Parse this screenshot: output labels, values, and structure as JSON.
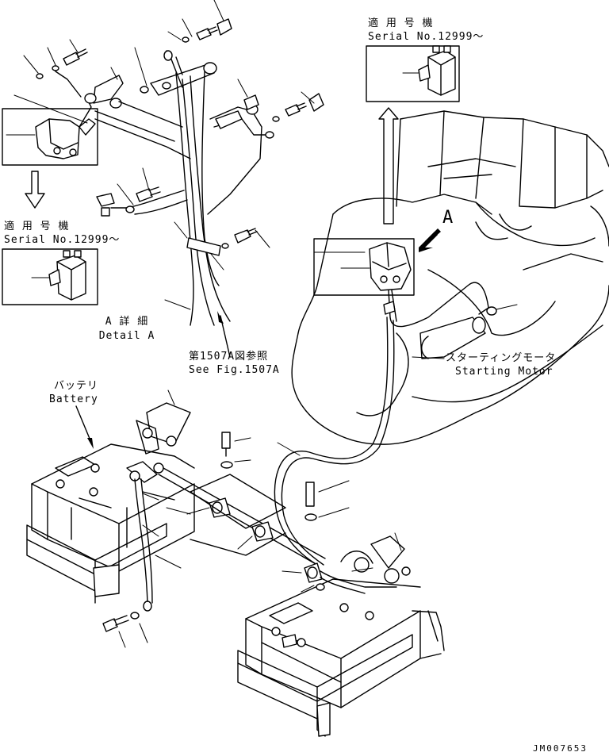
{
  "detail_a_label": {
    "title": "A 詳 細",
    "subtitle": "Detail A"
  },
  "callout_marker": "A",
  "inset_left": {
    "jp": "適 用 号 機",
    "en": "Serial No.12999～"
  },
  "inset_right": {
    "jp": "適 用 号 機",
    "en": "Serial No.12999～"
  },
  "reference": {
    "jp": "第1507A図参照",
    "en": "See Fig.1507A"
  },
  "starting_motor": {
    "jp": "スターティングモータ",
    "en": "Starting Motor"
  },
  "battery": {
    "jp": "バッテリ",
    "en": "Battery"
  },
  "drawing_number": "JM007653",
  "colors": {
    "line": "#000000",
    "background": "#ffffff"
  },
  "icons": [
    "bolt-icon",
    "washer-icon",
    "clamp-icon",
    "relay-icon",
    "battery-icon",
    "arrow-icon"
  ]
}
